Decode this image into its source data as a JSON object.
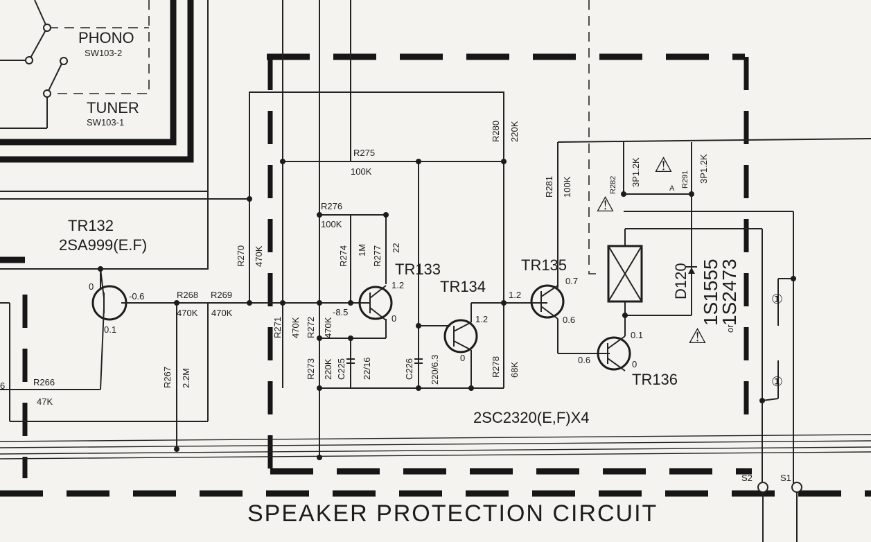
{
  "title": "SPEAKER PROTECTION CIRCUIT",
  "switches": [
    {
      "name": "PHONO",
      "id": "SW103-2"
    },
    {
      "name": "TUNER",
      "id": "SW103-1"
    }
  ],
  "transistors": [
    {
      "ref": "TR132",
      "part": "2SA999(E.F)"
    },
    {
      "ref": "TR133"
    },
    {
      "ref": "TR134"
    },
    {
      "ref": "TR135"
    },
    {
      "ref": "TR136"
    }
  ],
  "transistor_note": "2SC2320(E,F)X4",
  "resistors": [
    {
      "ref": "R266",
      "value": "47K"
    },
    {
      "ref": "R267",
      "value": "2.2M"
    },
    {
      "ref": "R268",
      "value": "470K"
    },
    {
      "ref": "R269",
      "value": "470K"
    },
    {
      "ref": "R270",
      "value": "470K"
    },
    {
      "ref": "R271",
      "value": "470K"
    },
    {
      "ref": "R272",
      "value": "470K"
    },
    {
      "ref": "R273",
      "value": "220K"
    },
    {
      "ref": "R274",
      "value": "1M"
    },
    {
      "ref": "R275",
      "value": "100K"
    },
    {
      "ref": "R276",
      "value": "100K"
    },
    {
      "ref": "R277",
      "value": "22"
    },
    {
      "ref": "R278",
      "value": "68K"
    },
    {
      "ref": "R280",
      "value": "220K"
    },
    {
      "ref": "R281",
      "value": "100K"
    },
    {
      "ref": "R282",
      "value": "3P1.2K"
    },
    {
      "ref": "R291",
      "value": "3P1.2K"
    }
  ],
  "capacitors": [
    {
      "ref": "C225",
      "value": "22/16"
    },
    {
      "ref": "C226",
      "value": "220/6.3"
    }
  ],
  "diode": {
    "ref": "D120",
    "part": "1S1555",
    "or_word": "or",
    "alt": "1S2473"
  },
  "voltages": {
    "tr132_e": "-0.6",
    "tr132_c": "0",
    "tr132_b": "0.1",
    "tr133_b": "-8.5",
    "tr133_e": "0",
    "tr133_c": "1.2",
    "tr134_c": "1.2",
    "tr134_e": "0",
    "tr134_b": "1.2",
    "tr135_c": "0.7",
    "tr135_e": "0.6",
    "tr136_c": "0.1",
    "tr136_b": "0.6",
    "tr136_e": "0"
  },
  "terminals": [
    "S2",
    "S1"
  ],
  "misc_labels": {
    "partial_left": "6",
    "warn_mark": "⚠",
    "small_a": "A",
    "relay_ind": "①"
  }
}
